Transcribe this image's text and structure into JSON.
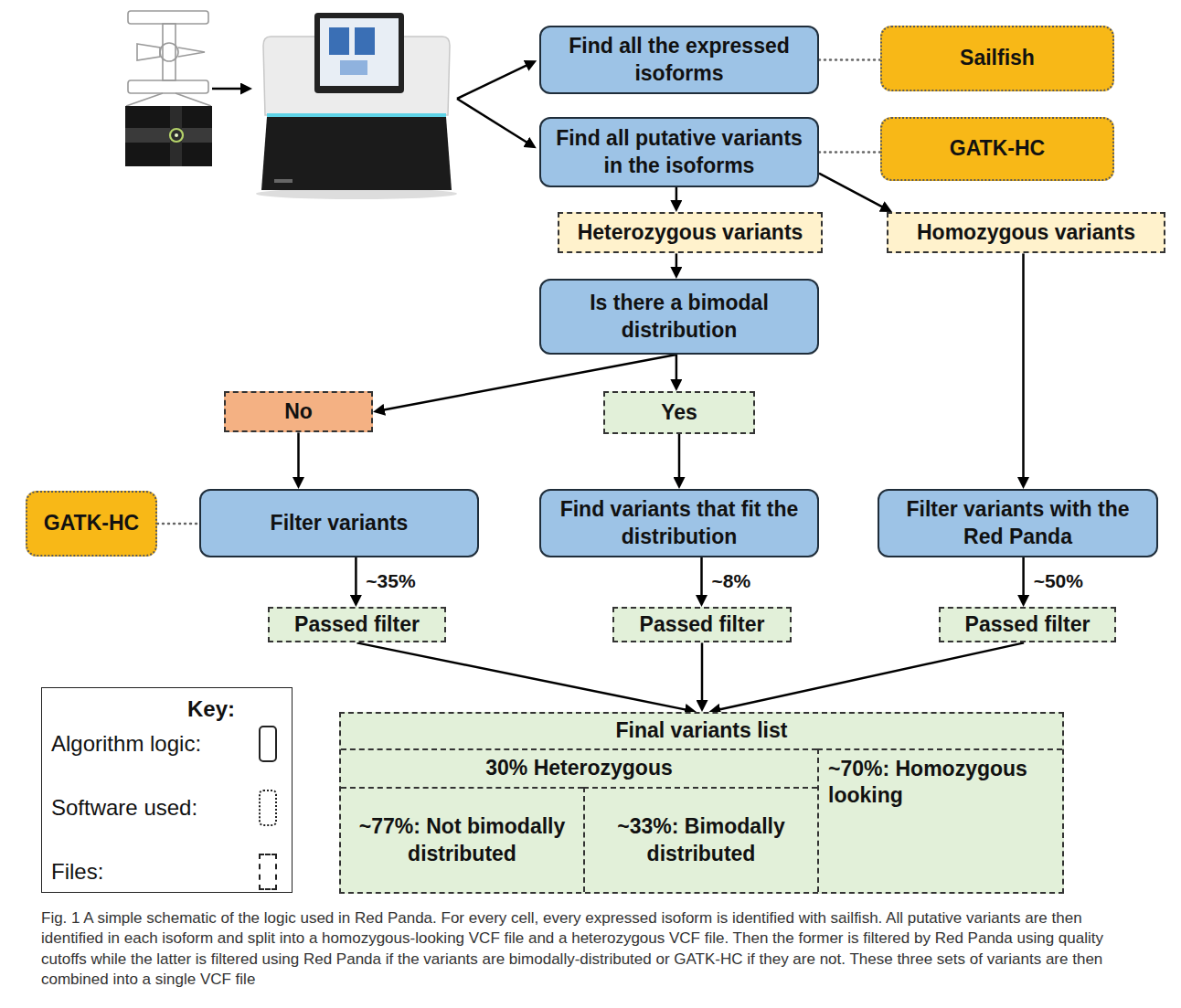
{
  "diagram": {
    "caption": "Fig. 1 A simple schematic of the logic used in Red Panda. For every cell, every expressed isoform is identified with sailfish. All putative variants are then identified in each isoform and split into a homozygous-looking VCF file and a heterozygous VCF file. Then the former is filtered by Red Panda using quality cutoffs while the latter is filtered using Red Panda if the variants are bimodally-distributed or GATK-HC if they are not. These three sets of variants are then combined into a single VCF file",
    "nodes": [
      {
        "text": [
          "Find all the expressed isoforms"
        ]
      },
      {
        "text": [
          "Sailfish"
        ]
      },
      {
        "text": [
          "Find all putative variants in the isoforms"
        ]
      },
      {
        "text": [
          "GATK-HC"
        ]
      },
      {
        "text": [
          "Heterozygous variants"
        ]
      },
      {
        "text": [
          "Homozygous variants"
        ]
      },
      {
        "text": [
          "Is there a bimodal distribution"
        ]
      },
      {
        "text": [
          "No"
        ]
      },
      {
        "text": [
          "Yes"
        ]
      },
      {
        "text": [
          "GATK-HC"
        ]
      },
      {
        "text": [
          "Filter variants"
        ]
      },
      {
        "text": [
          "Find variants that fit the distribution"
        ]
      },
      {
        "text": [
          "Filter variants with the Red Panda"
        ]
      },
      {
        "text": [
          "Passed filter"
        ]
      },
      {
        "text": [
          "Passed filter"
        ]
      },
      {
        "text": [
          "Passed filter"
        ]
      },
      {
        "text": [
          "Final variants list"
        ]
      },
      {
        "text": [
          "30% Heterozygous"
        ],
        "in": 16
      },
      {
        "text": [
          "~77%: Not bimodally distributed"
        ],
        "in": 16
      },
      {
        "text": [
          "~33%: Bimodally distributed"
        ],
        "in": 16
      },
      {
        "text": [
          "~70%: Homozygous looking"
        ],
        "in": 16
      }
    ],
    "edges": [
      {
        "from": 0,
        "to": 1,
        "arrow": "none"
      },
      {
        "from": 2,
        "to": 3,
        "arrow": "none"
      },
      {
        "from": 2,
        "to": 4,
        "arrow": "to"
      },
      {
        "from": 2,
        "to": 5,
        "arrow": "to"
      },
      {
        "from": 4,
        "to": 6,
        "arrow": "to"
      },
      {
        "from": 6,
        "to": 7,
        "arrow": "to"
      },
      {
        "from": 6,
        "to": 8,
        "arrow": "to"
      },
      {
        "from": 7,
        "to": 10,
        "arrow": "to"
      },
      {
        "from": 9,
        "to": 10,
        "arrow": "none"
      },
      {
        "from": 8,
        "to": 11,
        "arrow": "to"
      },
      {
        "from": 5,
        "to": 12,
        "arrow": "to"
      },
      {
        "from": 10,
        "to": 13,
        "label": "~35%",
        "arrow": "to"
      },
      {
        "from": 11,
        "to": 14,
        "label": "~8%",
        "arrow": "to"
      },
      {
        "from": 12,
        "to": 15,
        "label": "~50%",
        "arrow": "to"
      },
      {
        "from": 13,
        "to": 16,
        "arrow": "to"
      },
      {
        "from": 14,
        "to": 16,
        "arrow": "to"
      },
      {
        "from": 15,
        "to": 16,
        "arrow": "to"
      }
    ],
    "labels": [
      "Key:"
    ],
    "legend": [
      {
        "text": "Algorithm logic:"
      },
      {
        "text": "Software used:"
      },
      {
        "text": "Files:"
      }
    ]
  }
}
